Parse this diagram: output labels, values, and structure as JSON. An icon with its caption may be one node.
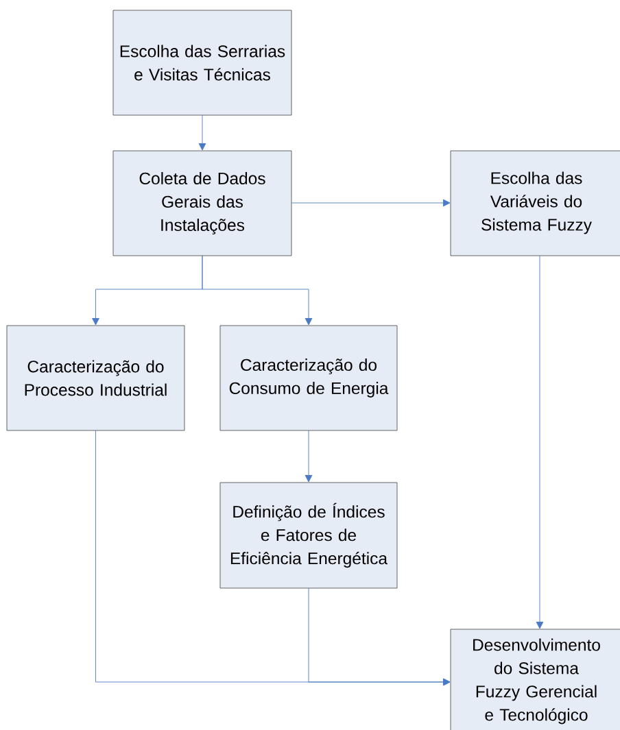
{
  "diagram": {
    "nodes": [
      {
        "text": [
          "Escolha das Serrarias e Visitas Técnicas"
        ]
      },
      {
        "text": [
          "Coleta de Dados Gerais das Instalações"
        ]
      },
      {
        "text": [
          "Escolha das Variáveis do Sistema Fuzzy"
        ]
      },
      {
        "text": [
          "Caracterização do Processo Industrial"
        ]
      },
      {
        "text": [
          "Caracterização do Consumo de Energia"
        ]
      },
      {
        "text": [
          "Definição de Índices e Fatores de Eficiência Energética"
        ]
      },
      {
        "text": [
          "Desenvolvimento do Sistema Fuzzy Gerencial e Tecnológico"
        ]
      }
    ],
    "edges": [
      {
        "from": 0,
        "to": 1,
        "arrow": "to"
      },
      {
        "from": 1,
        "to": 2,
        "arrow": "to"
      },
      {
        "from": 1,
        "to": 3,
        "arrow": "to"
      },
      {
        "from": 1,
        "to": 4,
        "arrow": "to"
      },
      {
        "from": 4,
        "to": 5,
        "arrow": "to"
      },
      {
        "from": 2,
        "to": 6,
        "arrow": "to"
      },
      {
        "from": 3,
        "to": 6,
        "arrow": "to"
      },
      {
        "from": 5,
        "to": 6,
        "arrow": "to"
      }
    ]
  }
}
